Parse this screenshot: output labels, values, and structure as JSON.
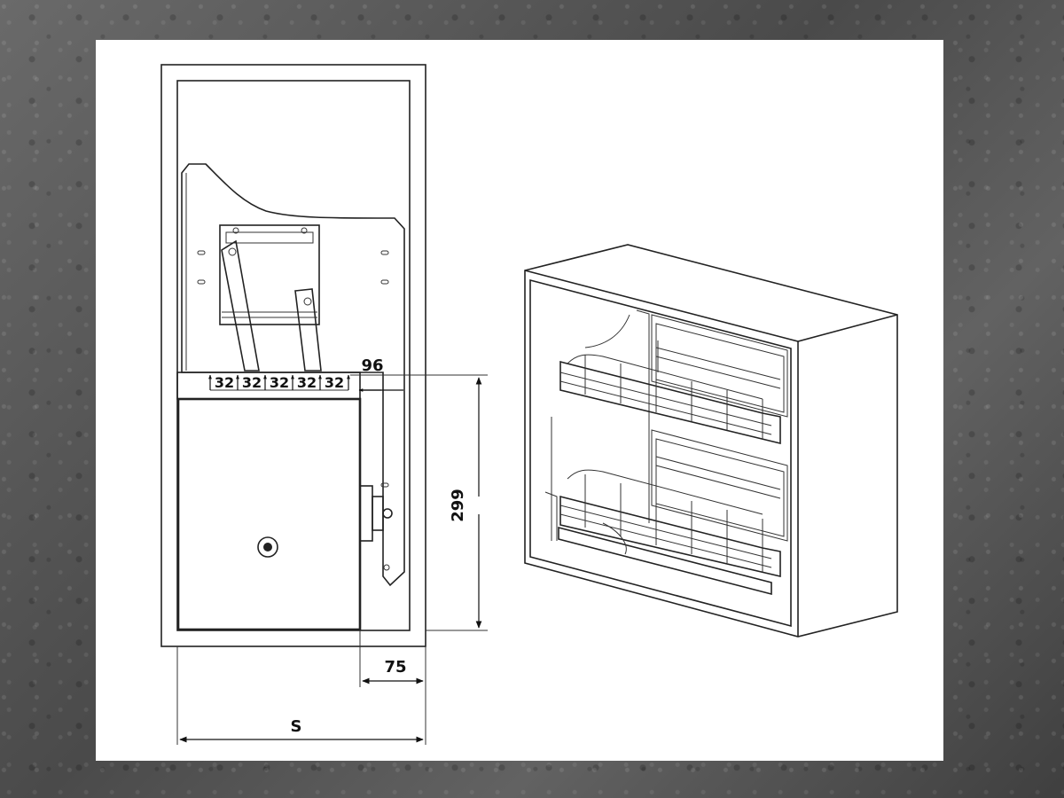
{
  "dimensions": {
    "width_label": "S",
    "height_label": "299",
    "offset_label": "75",
    "rail_label": "96",
    "hole_spacing_labels": [
      "32",
      "32",
      "32",
      "32",
      "32"
    ]
  },
  "colors": {
    "background": "#5b5b5b",
    "sheet": "#ffffff",
    "line": "#222222"
  }
}
